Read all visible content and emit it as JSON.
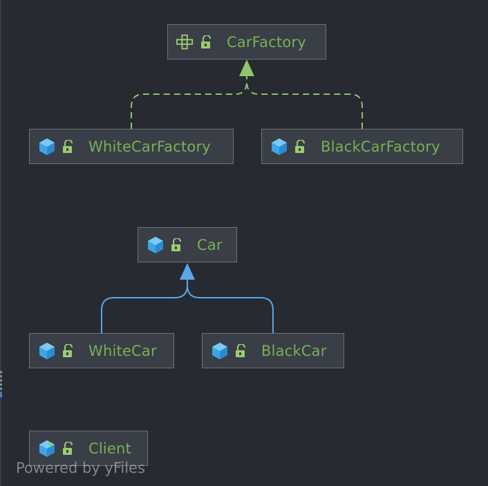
{
  "diagram": {
    "background_color": "#272a31",
    "node_fill": "#3a3e47",
    "node_border": "#6d727b",
    "label_color": "#77b255",
    "nodes": {
      "car_factory": {
        "label": "CarFactory",
        "icon": "interface-icon",
        "access_icon": "unlocked-icon"
      },
      "white_car_factory": {
        "label": "WhiteCarFactory",
        "icon": "class-icon",
        "access_icon": "unlocked-icon"
      },
      "black_car_factory": {
        "label": "BlackCarFactory",
        "icon": "class-icon",
        "access_icon": "unlocked-icon"
      },
      "car": {
        "label": "Car",
        "icon": "class-icon",
        "access_icon": "unlocked-icon"
      },
      "white_car": {
        "label": "WhiteCar",
        "icon": "class-icon",
        "access_icon": "unlocked-icon"
      },
      "black_car": {
        "label": "BlackCar",
        "icon": "class-icon",
        "access_icon": "unlocked-icon"
      },
      "client": {
        "label": "Client",
        "icon": "executable-class-icon",
        "access_icon": "unlocked-icon"
      }
    },
    "edges": [
      {
        "from": "WhiteCarFactory",
        "to": "CarFactory",
        "kind": "implements",
        "style": "dashed",
        "color": "#8fc46c"
      },
      {
        "from": "BlackCarFactory",
        "to": "CarFactory",
        "kind": "implements",
        "style": "dashed",
        "color": "#8fc46c"
      },
      {
        "from": "WhiteCar",
        "to": "Car",
        "kind": "extends",
        "style": "solid",
        "color": "#5aa7e8"
      },
      {
        "from": "BlackCar",
        "to": "Car",
        "kind": "extends",
        "style": "solid",
        "color": "#5aa7e8"
      }
    ]
  },
  "watermark": {
    "text": "Powered by yFiles"
  }
}
